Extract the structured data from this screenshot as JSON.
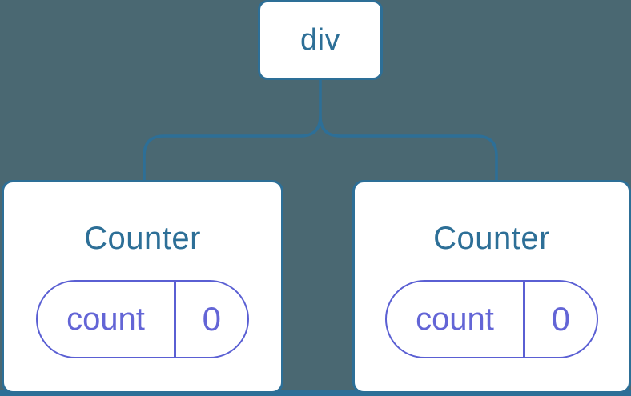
{
  "diagram": {
    "description": "React component tree diagram: a div root element with two Counter component children, each holding a count state of 0",
    "root": {
      "label": "div"
    },
    "children": [
      {
        "title": "Counter",
        "state": {
          "key": "count",
          "value": "0"
        }
      },
      {
        "title": "Counter",
        "state": {
          "key": "count",
          "value": "0"
        }
      }
    ]
  },
  "colors": {
    "background": "#4A6872",
    "node_stroke_blue": "#2D6F97",
    "node_fill": "#FFFFFF",
    "label_blue": "#2D6F97",
    "state_pill_purple": "#5A5FD3",
    "state_text_purple": "#6365D6"
  }
}
